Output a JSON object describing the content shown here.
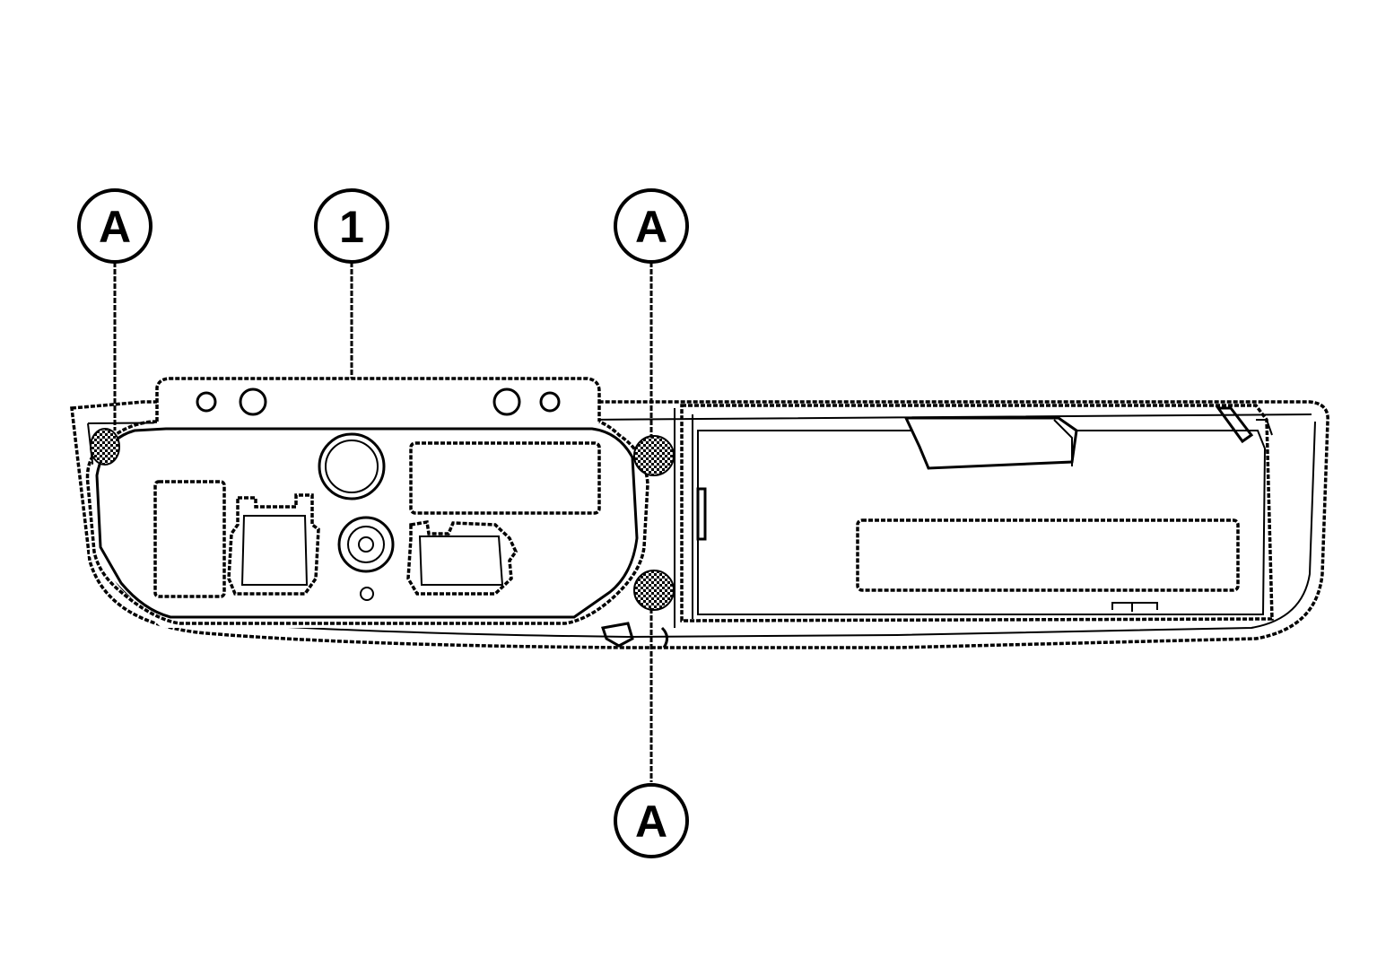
{
  "callouts": [
    {
      "id": "a1",
      "label": "A"
    },
    {
      "id": "p1",
      "label": "1"
    },
    {
      "id": "a2",
      "label": "A"
    },
    {
      "id": "a3",
      "label": "A"
    }
  ],
  "colors": {
    "line": "#000000",
    "background": "#ffffff"
  }
}
